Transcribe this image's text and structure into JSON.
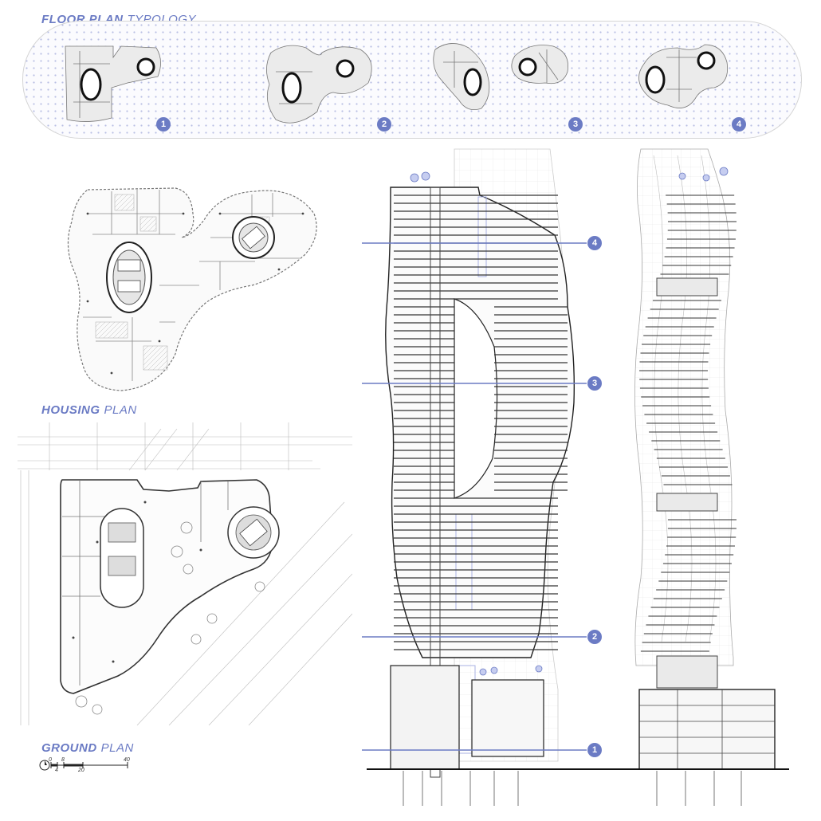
{
  "headings": {
    "floor_plan": {
      "bold": "FLOOR PLAN",
      "light": "TYPOLOGY"
    },
    "housing": {
      "bold": "HOUSING",
      "light": "PLAN"
    },
    "ground": {
      "bold": "GROUND",
      "light": "PLAN"
    }
  },
  "typology_markers": [
    "1",
    "2",
    "3",
    "4"
  ],
  "section_markers": [
    "4",
    "3",
    "2",
    "1"
  ],
  "scale_bar": {
    "labels": [
      "0",
      "4",
      "8",
      "20",
      "40"
    ]
  },
  "colors": {
    "accent": "#6b7bc4",
    "line": "#222222",
    "light_line": "#9a9a9a",
    "fill": "#ececec"
  }
}
